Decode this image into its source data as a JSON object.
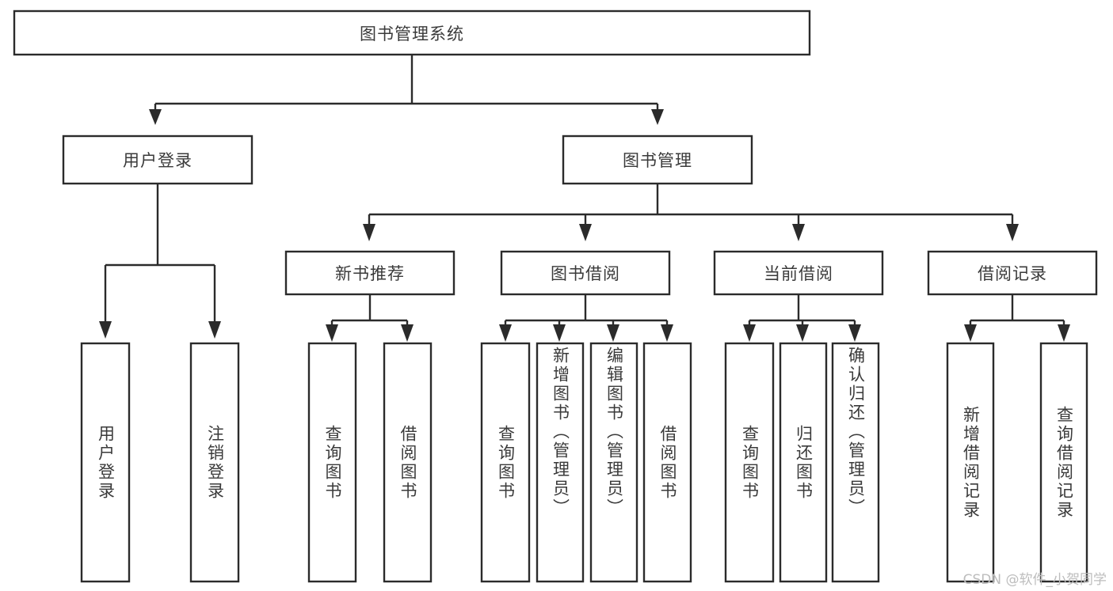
{
  "diagram": {
    "kind": "hierarchy-tree",
    "title": "图书管理系统",
    "orientation": "top-down",
    "box_fill": "#ffffff",
    "box_stroke": "#2b2b2b",
    "text_color": "#3a3a3a",
    "watermark": "CSDN @软件_小贺同学",
    "levels": {
      "root": {
        "label": "图书管理系统"
      },
      "level2": [
        {
          "label": "用户登录"
        },
        {
          "label": "图书管理"
        }
      ],
      "level3": [
        {
          "label": "新书推荐",
          "parent": "图书管理"
        },
        {
          "label": "图书借阅",
          "parent": "图书管理"
        },
        {
          "label": "当前借阅",
          "parent": "图书管理"
        },
        {
          "label": "借阅记录",
          "parent": "图书管理"
        }
      ]
    },
    "leaves": {
      "user_login": [
        {
          "label": "用户登录"
        },
        {
          "label": "注销登录"
        }
      ],
      "new_book_recommend": [
        {
          "label": "查询图书"
        },
        {
          "label": "借阅图书"
        }
      ],
      "book_borrow": [
        {
          "label": "查询图书"
        },
        {
          "label": "新增图书（管理员）"
        },
        {
          "label": "编辑图书（管理员）"
        },
        {
          "label": "借阅图书"
        }
      ],
      "current_borrow": [
        {
          "label": "查询图书"
        },
        {
          "label": "归还图书"
        },
        {
          "label": "确认归还（管理员）"
        }
      ],
      "borrow_record": [
        {
          "label": "新增借阅记录"
        },
        {
          "label": "查询借阅记录"
        }
      ]
    }
  }
}
